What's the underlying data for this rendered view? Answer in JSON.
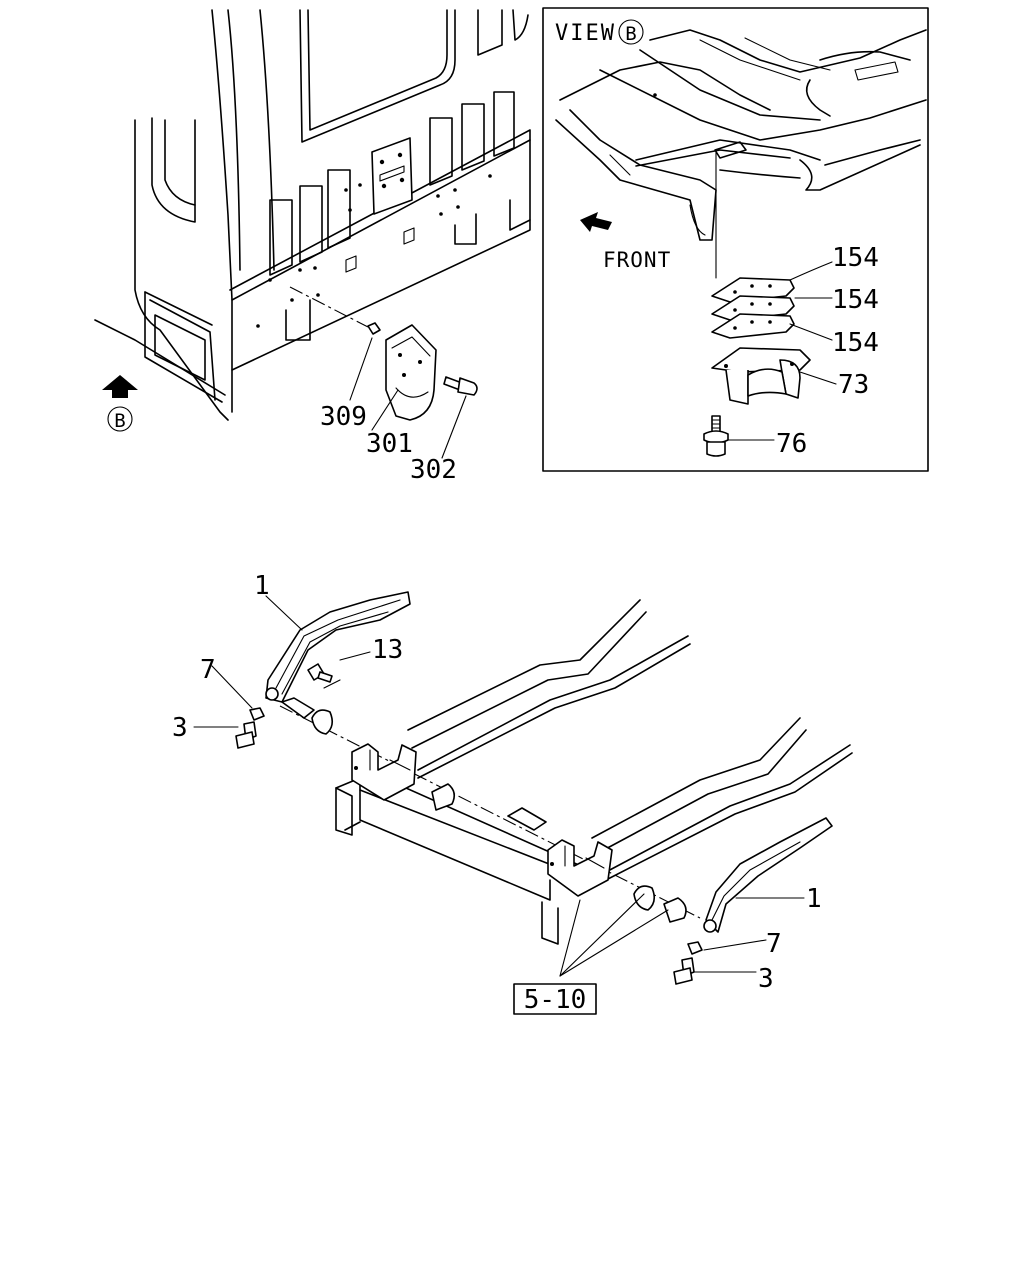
{
  "view_inset": {
    "title": "VIEW",
    "marker": "B",
    "direction_label": "FRONT"
  },
  "view_marker": "B",
  "callouts": {
    "c154a": "154",
    "c154b": "154",
    "c154c": "154",
    "c73": "73",
    "c76": "76",
    "c309": "309",
    "c301": "301",
    "c302": "302",
    "c1_left": "1",
    "c13": "13",
    "c7_left": "7",
    "c3_left": "3",
    "c1_right": "1",
    "c7_right": "7",
    "c3_right": "3",
    "c5_10": "5-10"
  }
}
